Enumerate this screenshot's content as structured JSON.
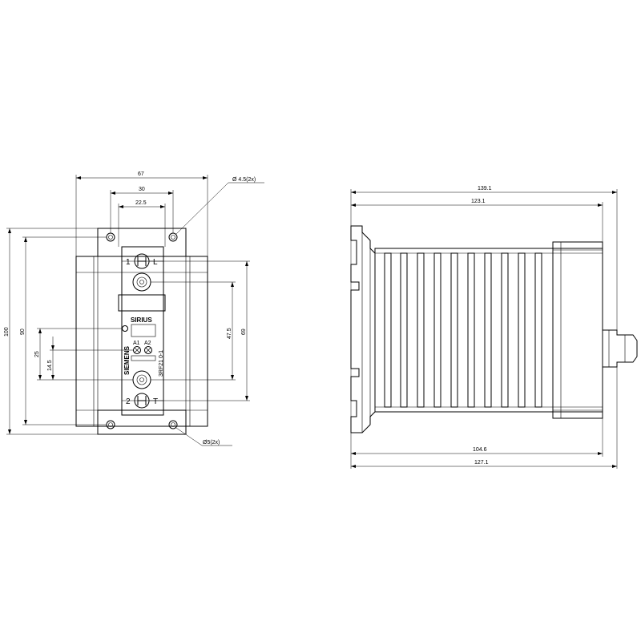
{
  "front_view": {
    "dims": {
      "width_67": "67",
      "holes_30": "30",
      "width_22_5": "22.5",
      "hole_dia_top": "Ø 4.5(2x)",
      "hole_dia_bottom": "Ø5(2x)",
      "height_100": "100",
      "height_90": "90",
      "height_25": "25",
      "height_14_5": "14.5",
      "height_47_5": "47.5",
      "height_69": "69"
    },
    "device": {
      "brand_sirius": "SIRIUS",
      "brand_siemens": "SIEMENS",
      "order_number": "3RF21 0-1",
      "terminal_a1": "A1",
      "terminal_a2": "A2",
      "terminal_1": "1",
      "terminal_l": "L",
      "terminal_2": "2",
      "terminal_t": "T"
    }
  },
  "side_view": {
    "dims": {
      "depth_139_1": "139.1",
      "depth_123_1": "123.1",
      "depth_104_6": "104.6",
      "depth_127_1": "127.1"
    }
  }
}
